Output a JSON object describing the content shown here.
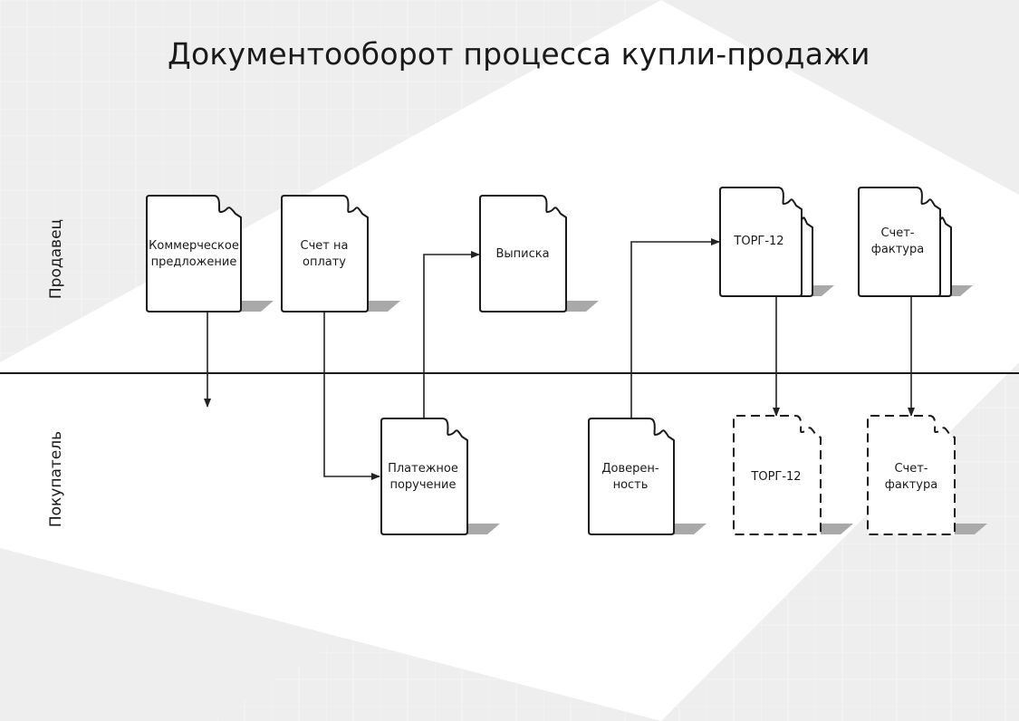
{
  "title": "Документооборот процесса купли-продажи",
  "lanes": {
    "seller": "Продавец",
    "buyer": "Покупатель"
  },
  "documents": {
    "commercial_offer": "Коммерческое\nпредложение",
    "invoice_for_payment": "Счет на\nоплату",
    "bank_statement": "Выписка",
    "torg12_seller": "ТОРГ-12",
    "schet_faktura_seller": "Счет-\nфактура",
    "payment_order": "Платежное\nпоручение",
    "power_of_attorney": "Доверен-\nность",
    "torg12_buyer": "ТОРГ-12",
    "schet_faktura_buyer": "Счет-\nфактура"
  }
}
